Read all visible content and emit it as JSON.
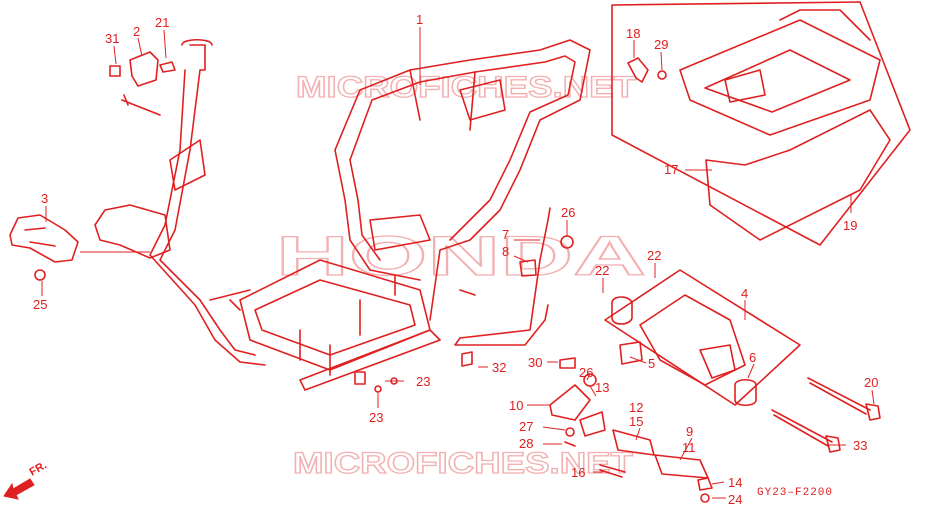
{
  "diagram": {
    "code": "GY23–F2200",
    "watermarks": [
      "MICROFICHES.NET",
      "HONDA",
      "MICROFICHES.NET"
    ],
    "direction_label": "FR.",
    "callouts": [
      "1",
      "2",
      "3",
      "4",
      "5",
      "6",
      "7",
      "8",
      "9",
      "10",
      "11",
      "12",
      "13",
      "14",
      "15",
      "16",
      "17",
      "18",
      "19",
      "20",
      "21",
      "22",
      "22",
      "23",
      "23",
      "24",
      "25",
      "26",
      "26",
      "27",
      "28",
      "29",
      "30",
      "31",
      "32",
      "33"
    ]
  }
}
